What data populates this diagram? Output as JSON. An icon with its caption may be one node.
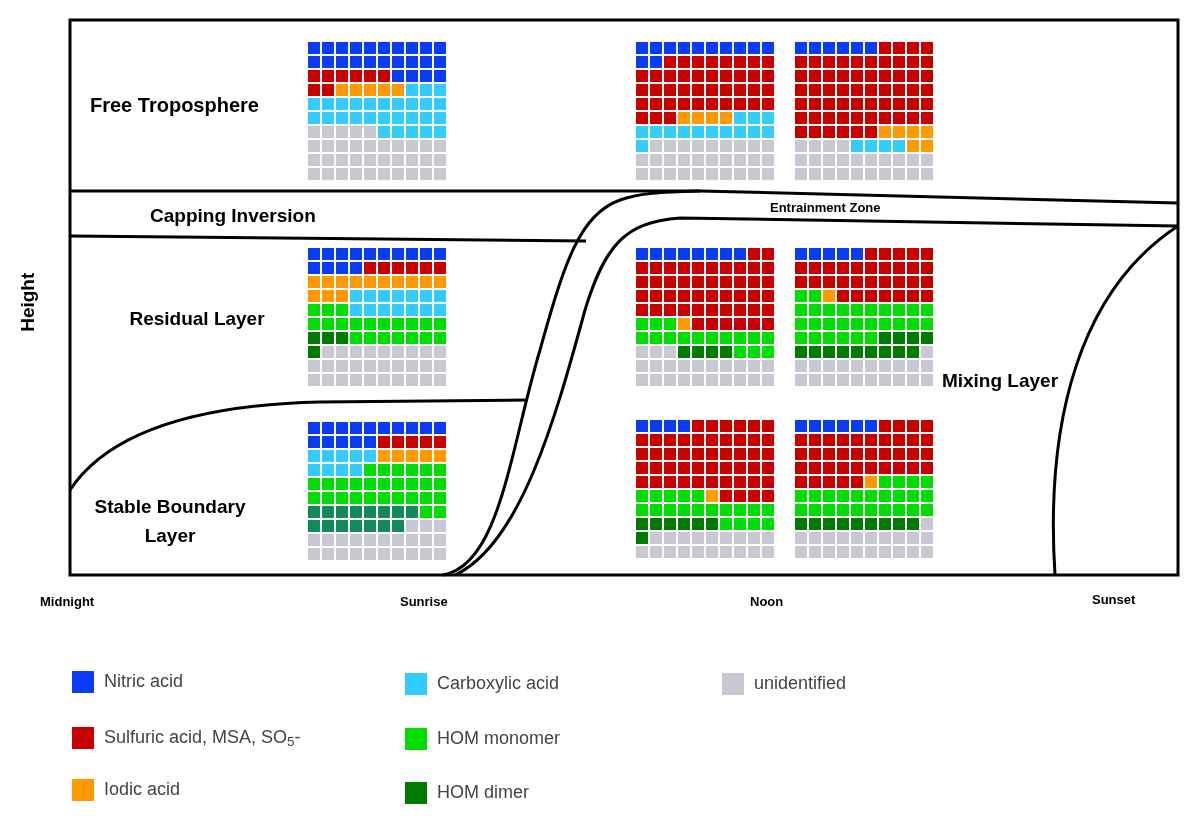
{
  "diagram": {
    "labels": [
      "Free Troposphere",
      "Capping Inversion",
      "Entrainment Zone",
      "Height",
      "Residual Layer",
      "Mixing Layer",
      "Stable Boundary Layer",
      "Midnight",
      "Sunrise",
      "Noon",
      "Sunset"
    ],
    "legend": [
      {
        "text": "Nitric acid",
        "color": "#0a3cf5"
      },
      {
        "text": "Carboxylic acid",
        "color": "#33ccff"
      },
      {
        "text": "unidentified",
        "color": "#c8c8d2"
      },
      {
        "text": "Sulfuric acid, MSA, SO$_{5}$-",
        "color": "#c80000"
      },
      {
        "text": "HOM monomer",
        "color": "#00dd00"
      },
      {
        "text": "Iodic acid",
        "color": "#ff9900"
      },
      {
        "text": "HOM dimer",
        "color": "#007a00"
      }
    ]
  }
}
